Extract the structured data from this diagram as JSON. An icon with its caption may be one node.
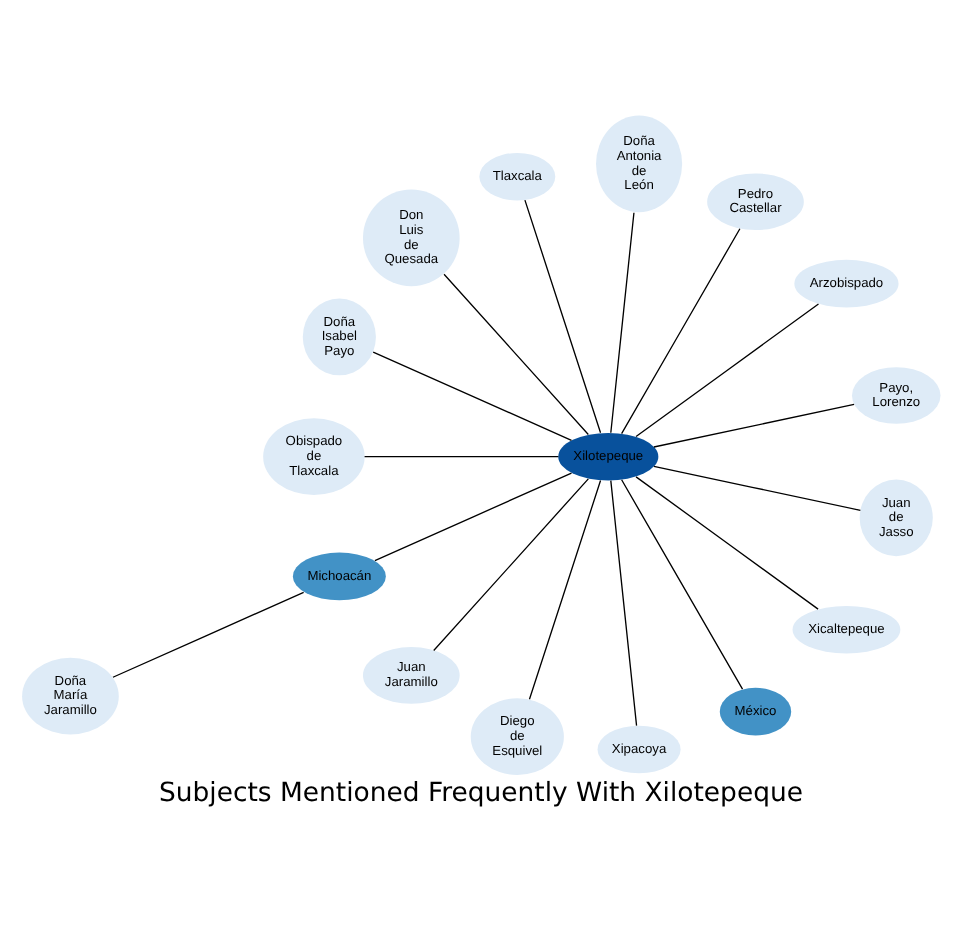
{
  "diagram": {
    "title": "Subjects Mentioned Frequently With Xilotepeque",
    "nodes": [
      {
        "text": [
          "Xilotepeque"
        ]
      },
      {
        "text": [
          "Michoacán"
        ]
      },
      {
        "text": [
          "México"
        ]
      },
      {
        "text": [
          "Tlaxcala"
        ]
      },
      {
        "text": [
          "Doña Antonia de León"
        ]
      },
      {
        "text": [
          "Pedro Castellar"
        ]
      },
      {
        "text": [
          "Arzobispado"
        ]
      },
      {
        "text": [
          "Payo, Lorenzo"
        ]
      },
      {
        "text": [
          "Juan de Jasso"
        ]
      },
      {
        "text": [
          "Xicaltepeque"
        ]
      },
      {
        "text": [
          "Xipacoya"
        ]
      },
      {
        "text": [
          "Diego de Esquivel"
        ]
      },
      {
        "text": [
          "Juan Jaramillo"
        ]
      },
      {
        "text": [
          "Doña María Jaramillo"
        ]
      },
      {
        "text": [
          "Obispado de Tlaxcala"
        ]
      },
      {
        "text": [
          "Doña Isabel Payo"
        ]
      },
      {
        "text": [
          "Don Luis de Quesada"
        ]
      }
    ],
    "edges": [
      {
        "from": 0,
        "to": 1,
        "arrow": "none"
      },
      {
        "from": 0,
        "to": 2,
        "arrow": "none"
      },
      {
        "from": 0,
        "to": 3,
        "arrow": "none"
      },
      {
        "from": 0,
        "to": 4,
        "arrow": "none"
      },
      {
        "from": 0,
        "to": 5,
        "arrow": "none"
      },
      {
        "from": 0,
        "to": 6,
        "arrow": "none"
      },
      {
        "from": 0,
        "to": 7,
        "arrow": "none"
      },
      {
        "from": 0,
        "to": 8,
        "arrow": "none"
      },
      {
        "from": 0,
        "to": 9,
        "arrow": "none"
      },
      {
        "from": 0,
        "to": 10,
        "arrow": "none"
      },
      {
        "from": 0,
        "to": 11,
        "arrow": "none"
      },
      {
        "from": 0,
        "to": 12,
        "arrow": "none"
      },
      {
        "from": 1,
        "to": 13,
        "arrow": "none"
      },
      {
        "from": 0,
        "to": 14,
        "arrow": "none"
      },
      {
        "from": 0,
        "to": 15,
        "arrow": "none"
      },
      {
        "from": 0,
        "to": 16,
        "arrow": "none"
      }
    ]
  }
}
